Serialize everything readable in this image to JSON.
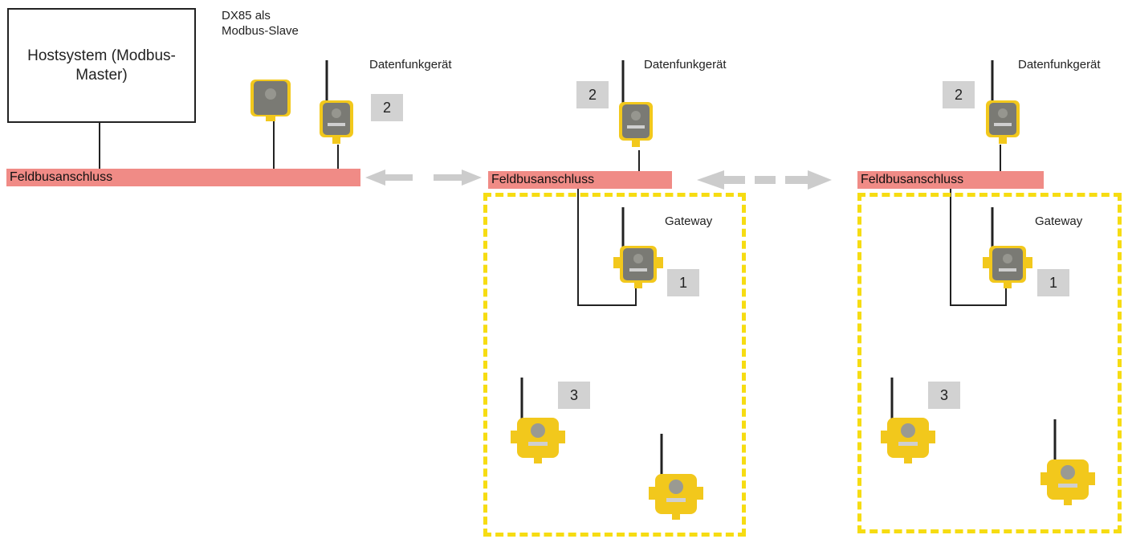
{
  "host": {
    "line1": "Hostsystem (Modbus-",
    "line2": "Master)"
  },
  "slave_label": {
    "line1": "DX85 als",
    "line2": "Modbus-Slave"
  },
  "bus_label": "Feldbusanschluss",
  "radio_label": "Datenfunkgerät",
  "gateway_label": "Gateway",
  "numbers": {
    "radio": "2",
    "gateway": "1",
    "nodes": "3"
  },
  "colors": {
    "bus": "#f08b86",
    "zone_border": "#f6dc12",
    "device_yellow": "#f2c81c",
    "device_gray": "#7a7a74",
    "arrow": "#cccccc",
    "number_box": "#d2d2d2"
  },
  "icons": [
    "dx85-slave-icon",
    "radio-device-icon",
    "gateway-icon",
    "node-icon",
    "bidirectional-arrow-icon"
  ]
}
